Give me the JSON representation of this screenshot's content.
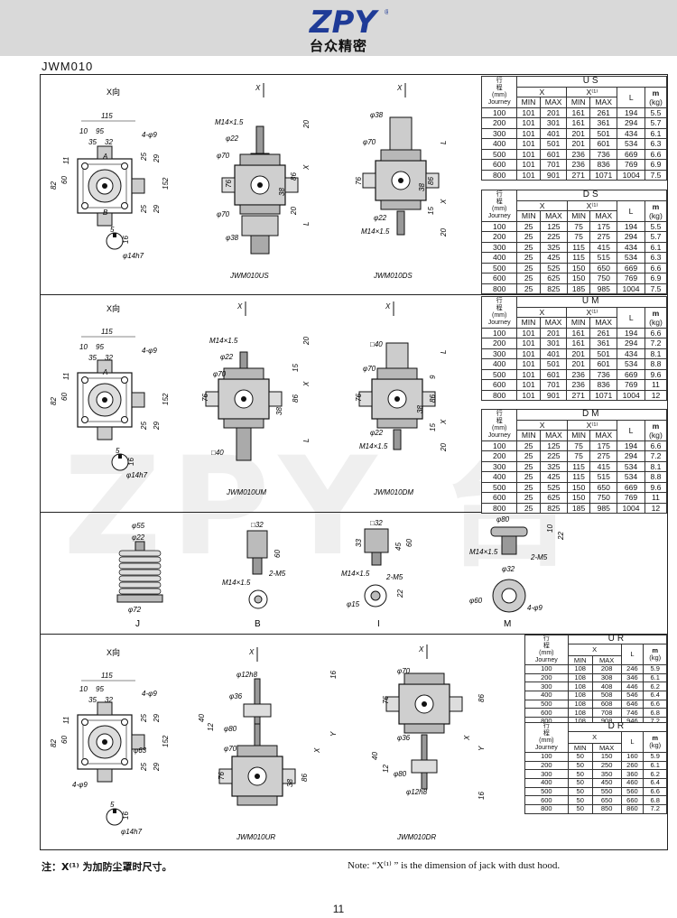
{
  "brand": {
    "logo": "ZPY",
    "name_cn": "台众精密"
  },
  "model": "JWM010",
  "row_header_a": "行",
  "row_header_b": "程",
  "row_header_unit": "(mm)",
  "row_header_en": "Journey",
  "col_min": "MIN",
  "col_max": "MAX",
  "col_l": "L",
  "col_m": "m",
  "col_kg": "(kg)",
  "tables": [
    {
      "title": "US",
      "rows": [
        [
          "100",
          "101",
          "201",
          "161",
          "261",
          "194",
          "5.5"
        ],
        [
          "200",
          "101",
          "301",
          "161",
          "361",
          "294",
          "5.7"
        ],
        [
          "300",
          "101",
          "401",
          "201",
          "501",
          "434",
          "6.1"
        ],
        [
          "400",
          "101",
          "501",
          "201",
          "601",
          "534",
          "6.3"
        ],
        [
          "500",
          "101",
          "601",
          "236",
          "736",
          "669",
          "6.6"
        ],
        [
          "600",
          "101",
          "701",
          "236",
          "836",
          "769",
          "6.9"
        ],
        [
          "800",
          "101",
          "901",
          "271",
          "1071",
          "1004",
          "7.5"
        ]
      ]
    },
    {
      "title": "DS",
      "rows": [
        [
          "100",
          "25",
          "125",
          "75",
          "175",
          "194",
          "5.5"
        ],
        [
          "200",
          "25",
          "225",
          "75",
          "275",
          "294",
          "5.7"
        ],
        [
          "300",
          "25",
          "325",
          "115",
          "415",
          "434",
          "6.1"
        ],
        [
          "400",
          "25",
          "425",
          "115",
          "515",
          "534",
          "6.3"
        ],
        [
          "500",
          "25",
          "525",
          "150",
          "650",
          "669",
          "6.6"
        ],
        [
          "600",
          "25",
          "625",
          "150",
          "750",
          "769",
          "6.9"
        ],
        [
          "800",
          "25",
          "825",
          "185",
          "985",
          "1004",
          "7.5"
        ]
      ]
    },
    {
      "title": "UM",
      "rows": [
        [
          "100",
          "101",
          "201",
          "161",
          "261",
          "194",
          "6.6"
        ],
        [
          "200",
          "101",
          "301",
          "161",
          "361",
          "294",
          "7.2"
        ],
        [
          "300",
          "101",
          "401",
          "201",
          "501",
          "434",
          "8.1"
        ],
        [
          "400",
          "101",
          "501",
          "201",
          "601",
          "534",
          "8.8"
        ],
        [
          "500",
          "101",
          "601",
          "236",
          "736",
          "669",
          "9.6"
        ],
        [
          "600",
          "101",
          "701",
          "236",
          "836",
          "769",
          "11"
        ],
        [
          "800",
          "101",
          "901",
          "271",
          "1071",
          "1004",
          "12"
        ]
      ]
    },
    {
      "title": "DM",
      "rows": [
        [
          "100",
          "25",
          "125",
          "75",
          "175",
          "194",
          "6.6"
        ],
        [
          "200",
          "25",
          "225",
          "75",
          "275",
          "294",
          "7.2"
        ],
        [
          "300",
          "25",
          "325",
          "115",
          "415",
          "534",
          "8.1"
        ],
        [
          "400",
          "25",
          "425",
          "115",
          "515",
          "534",
          "8.8"
        ],
        [
          "500",
          "25",
          "525",
          "150",
          "650",
          "669",
          "9.6"
        ],
        [
          "600",
          "25",
          "625",
          "150",
          "750",
          "769",
          "11"
        ],
        [
          "800",
          "25",
          "825",
          "185",
          "985",
          "1004",
          "12"
        ]
      ]
    },
    {
      "title": "UR",
      "rows": [
        [
          "100",
          "108",
          "208",
          "246",
          "5.9"
        ],
        [
          "200",
          "108",
          "308",
          "346",
          "6.1"
        ],
        [
          "300",
          "108",
          "408",
          "446",
          "6.2"
        ],
        [
          "400",
          "108",
          "508",
          "546",
          "6.4"
        ],
        [
          "500",
          "108",
          "608",
          "646",
          "6.6"
        ],
        [
          "600",
          "108",
          "708",
          "746",
          "6.8"
        ],
        [
          "800",
          "108",
          "908",
          "946",
          "7.2"
        ]
      ]
    },
    {
      "title": "DR",
      "rows": [
        [
          "100",
          "50",
          "150",
          "160",
          "5.9"
        ],
        [
          "200",
          "50",
          "250",
          "260",
          "6.1"
        ],
        [
          "300",
          "50",
          "350",
          "360",
          "6.2"
        ],
        [
          "400",
          "50",
          "450",
          "460",
          "6.4"
        ],
        [
          "500",
          "50",
          "550",
          "560",
          "6.6"
        ],
        [
          "600",
          "50",
          "650",
          "660",
          "6.8"
        ],
        [
          "800",
          "50",
          "850",
          "860",
          "7.2"
        ]
      ]
    }
  ],
  "drawing": {
    "xview": "X向",
    "x": "X",
    "l": "L",
    "a": "A",
    "b": "B",
    "y": "Y",
    "d115": "115",
    "d10": "10",
    "d95": "95",
    "d35": "35",
    "d32": "32",
    "d4phi9": "4-φ9",
    "d82": "82",
    "d60": "60",
    "d11": "11",
    "d25": "25",
    "d29": "29",
    "d152": "152",
    "d5": "5",
    "d16": "16",
    "dphi14": "φ14h7",
    "dm14": "M14×1.5",
    "dphi22": "φ22",
    "dphi70": "φ70",
    "d76": "76",
    "d86": "86",
    "d38": "38",
    "d20": "20",
    "d15": "15",
    "d9": "9",
    "dphi38": "φ38",
    "dsq40": "□40",
    "dphi55": "φ55",
    "dphi72": "φ72",
    "dphi32": "φ32",
    "dsq32": "□32",
    "d2m5": "2-M5",
    "d33": "33",
    "d45": "45",
    "dphi15": "φ15",
    "d22": "22",
    "dphi80": "φ80",
    "d10b": "10",
    "dphi60": "φ60",
    "d4phi9b": "4-φ9",
    "dphi12": "φ12h8",
    "dphi36": "φ36",
    "d40": "40",
    "d12": "12",
    "dphi63": "φ63",
    "cap_us": "JWM010US",
    "cap_ds": "JWM010DS",
    "cap_um": "JWM010UM",
    "cap_dm": "JWM010DM",
    "cap_ur": "JWM010UR",
    "cap_dr": "JWM010DR",
    "acc_j": "J",
    "acc_b": "B",
    "acc_i": "I",
    "acc_m": "M"
  },
  "note_cn": "注：X⁽¹⁾ 为加防尘罩时尺寸。",
  "note_en": "Note: “X⁽¹⁾ ” is the dimension of jack with dust hood.",
  "page_number": "11"
}
